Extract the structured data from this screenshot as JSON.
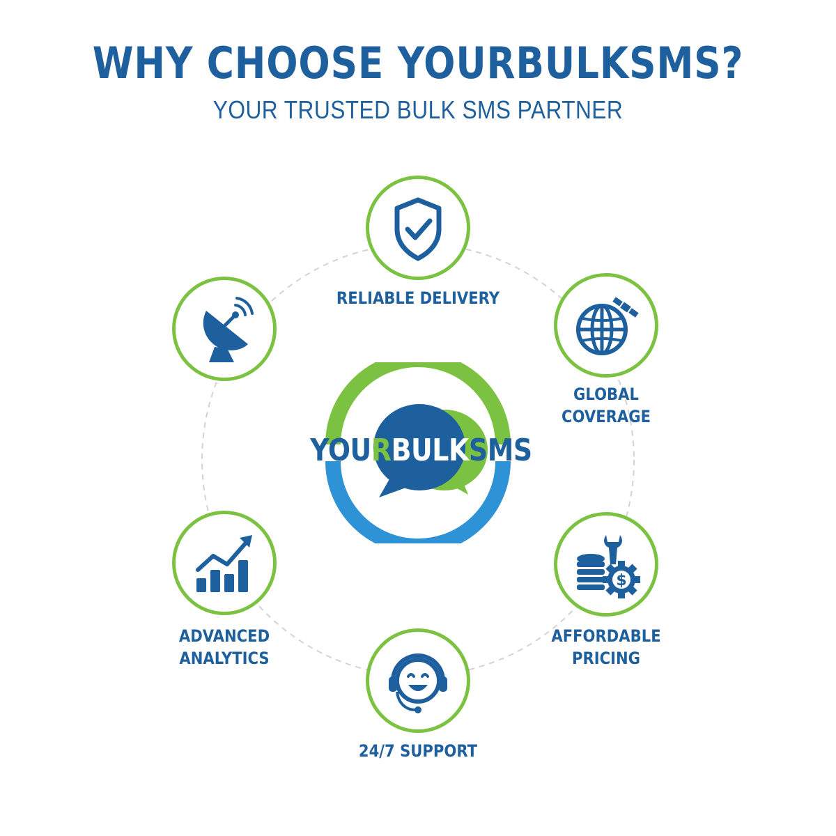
{
  "header": {
    "title": "WHY CHOOSE YOURBULKSMS?",
    "subtitle": "YOUR TRUSTED BULK SMS PARTNER"
  },
  "logo": {
    "part1": "YOU",
    "part2": "R",
    "part3": "BULK",
    "part4": "SMS"
  },
  "features": {
    "reliable_delivery": "RELIABLE DELIVERY",
    "global_coverage_1": "GLOBAL",
    "global_coverage_2": "COVERAGE",
    "affordable_pricing_1": "AFFORDABLE",
    "affordable_pricing_2": "PRICING",
    "support": "24/7 SUPPORT",
    "analytics_1": "ADVANCED",
    "analytics_2": "ANALYTICS"
  },
  "icons": {
    "reliable_delivery": "shield-check-icon",
    "global_coverage": "globe-satellite-icon",
    "affordable_pricing": "coins-gear-icon",
    "support": "headset-smile-icon",
    "analytics": "bar-chart-arrow-icon",
    "satellite": "satellite-dish-icon"
  },
  "colors": {
    "primary_blue": "#1e5f9e",
    "accent_green": "#7cc242",
    "light_blue": "#2e93d6"
  }
}
